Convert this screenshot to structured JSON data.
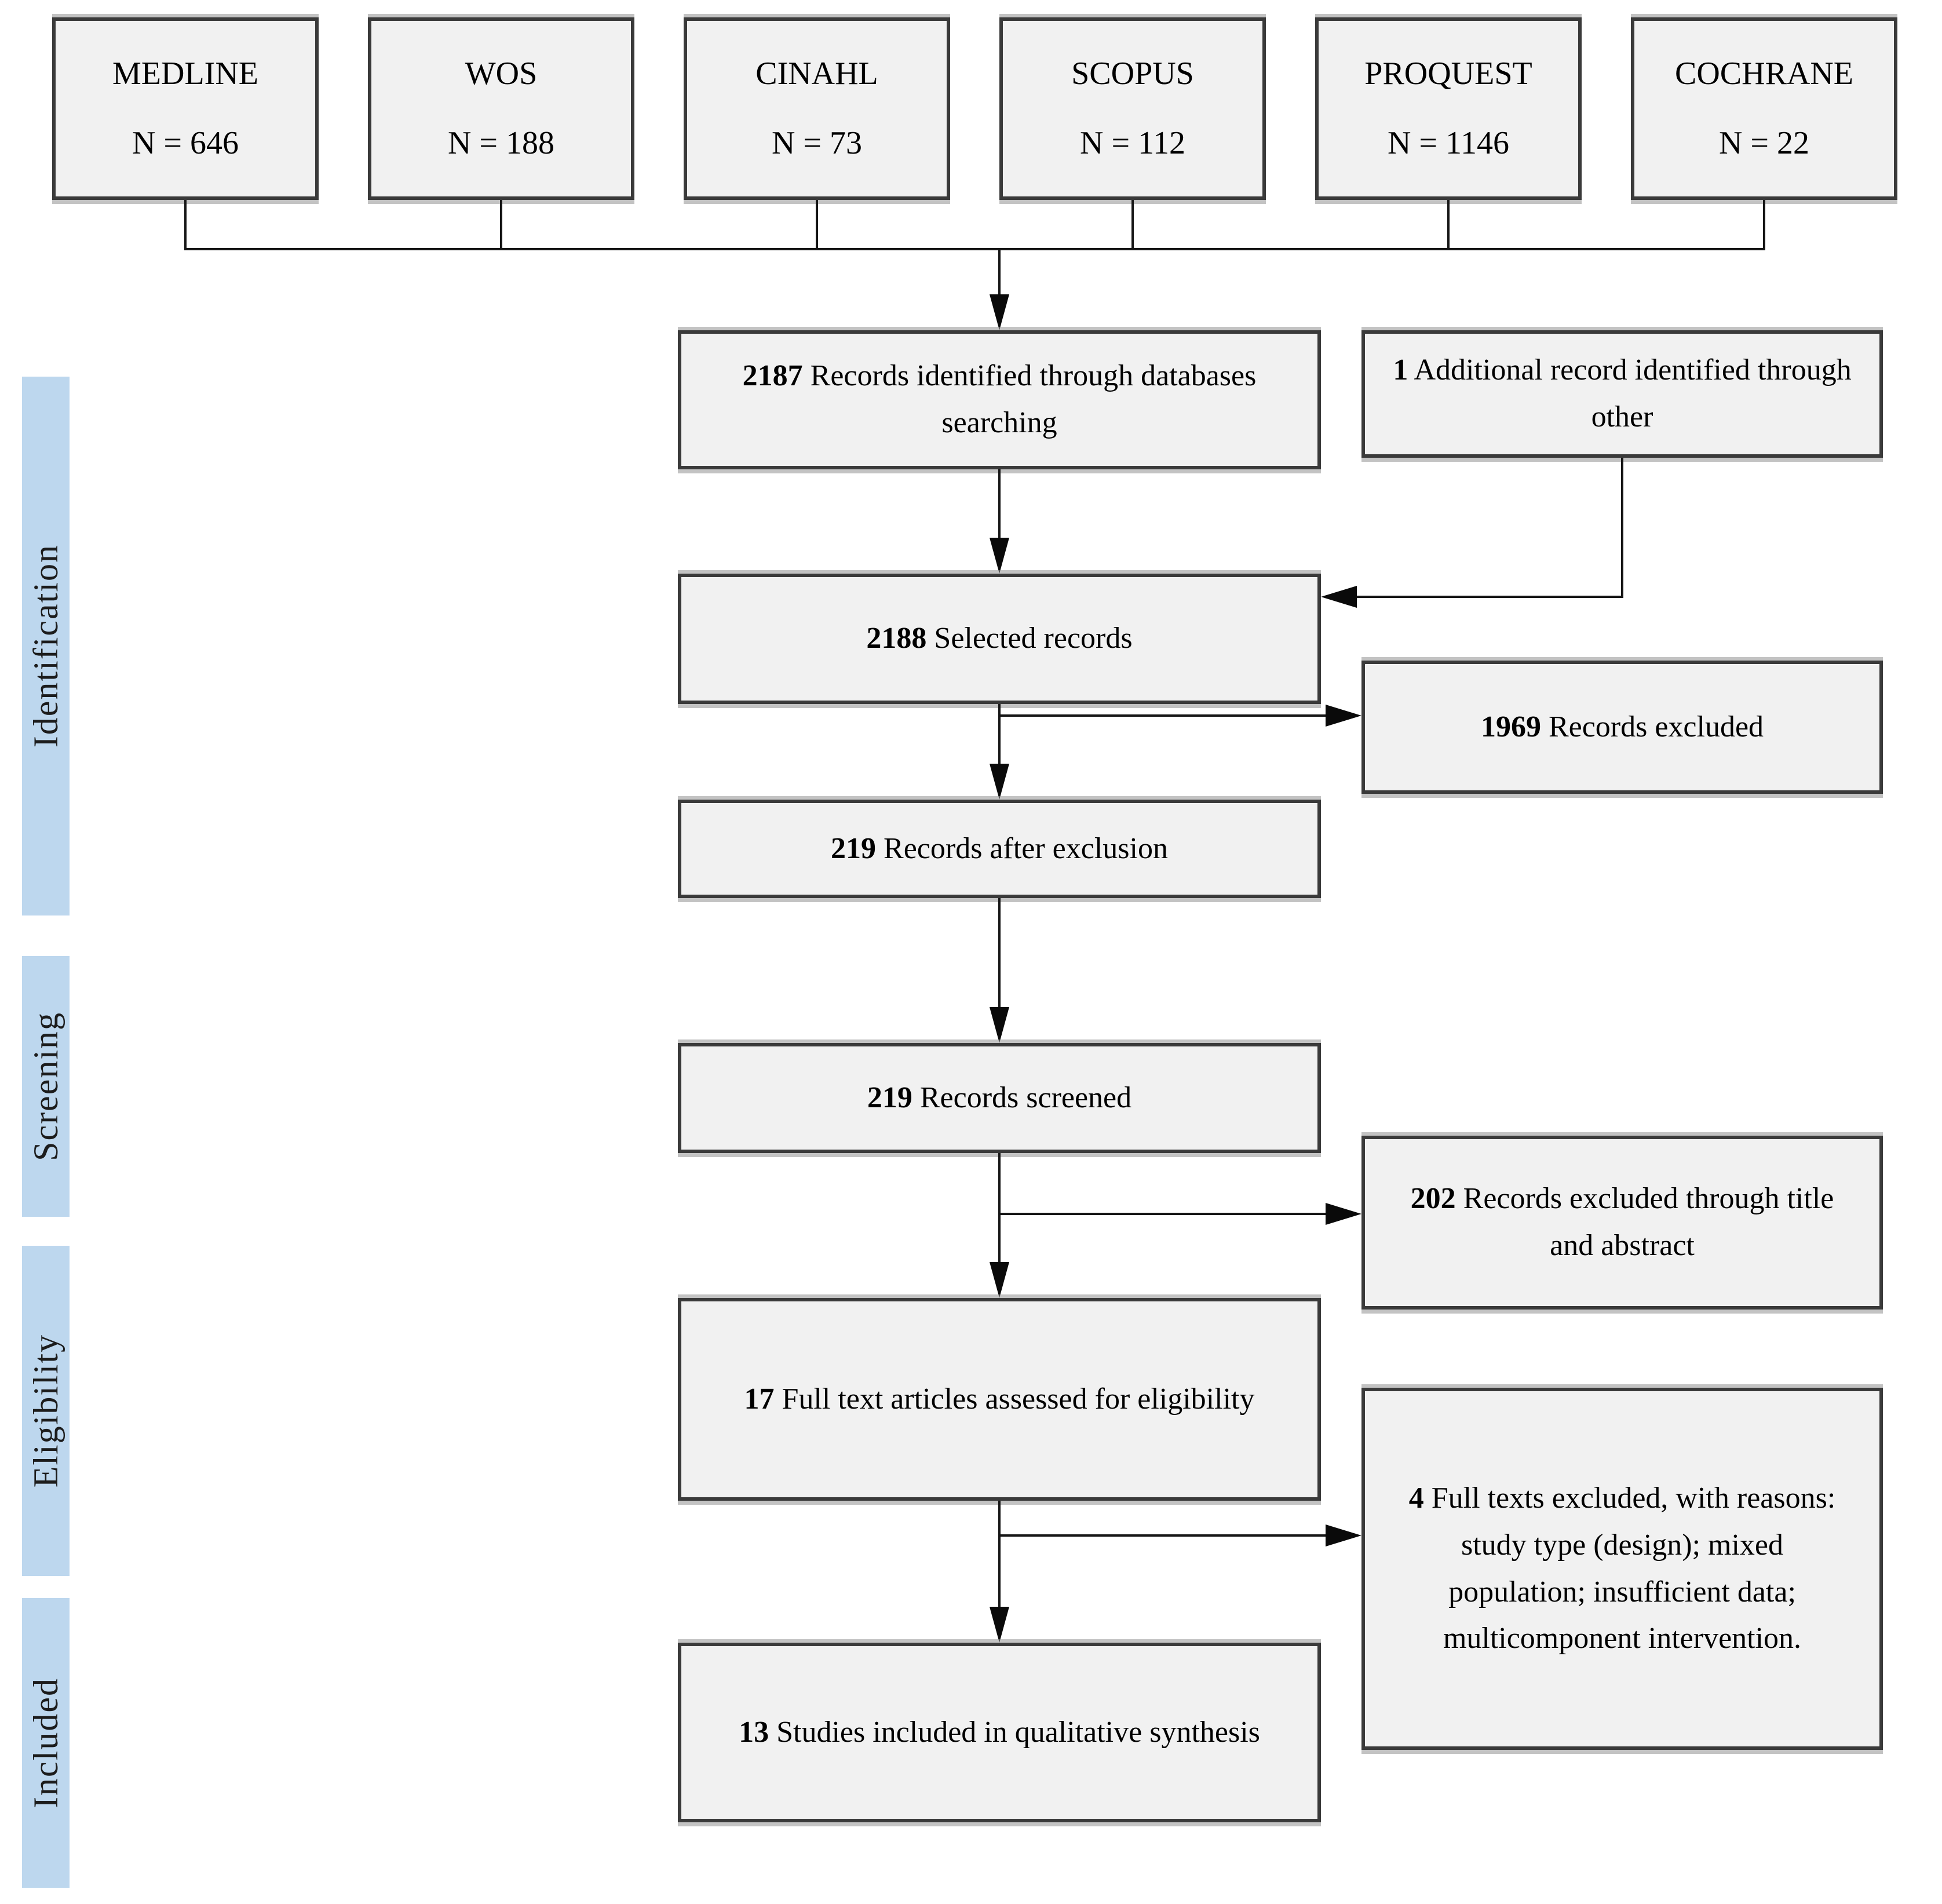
{
  "colors": {
    "stage_bar": "#bdd7ee",
    "box_fill": "#f1f1f1",
    "box_border": "#3a3a3a",
    "connector_line": "#161616",
    "text": "#000000"
  },
  "databases": [
    {
      "name": "MEDLINE",
      "count": "N = 646"
    },
    {
      "name": "WOS",
      "count": "N = 188"
    },
    {
      "name": "CINAHL",
      "count": "N = 73"
    },
    {
      "name": "SCOPUS",
      "count": "N = 112"
    },
    {
      "name": "PROQUEST",
      "count": "N = 1146"
    },
    {
      "name": "COCHRANE",
      "count": "N = 22"
    }
  ],
  "stages": {
    "identification": "Identification",
    "screening": "Screening",
    "eligibility": "Eligibility",
    "included": "Included"
  },
  "nodes": {
    "identified": {
      "num": "2187",
      "text": " Records identified through databases searching"
    },
    "additional": {
      "num": "1",
      "text": " Additional record identified through other"
    },
    "selected": {
      "num": "2188",
      "text": " Selected records"
    },
    "excluded": {
      "num": "1969",
      "text": " Records excluded"
    },
    "after_exclusion": {
      "num": "219",
      "text": " Records after exclusion"
    },
    "screened": {
      "num": "219",
      "text": " Records screened"
    },
    "excluded_title_abstract": {
      "num": "202",
      "text": " Records excluded through title and abstract"
    },
    "fulltext_assessed": {
      "num": "17",
      "text": " Full text articles assessed for eligibility"
    },
    "fulltext_excluded": {
      "num": "4",
      "text": " Full texts excluded, with reasons: study type (design); mixed population; insufficient data; multicomponent intervention."
    },
    "included_qualitative": {
      "num": "13",
      "text": " Studies included in qualitative synthesis"
    }
  }
}
